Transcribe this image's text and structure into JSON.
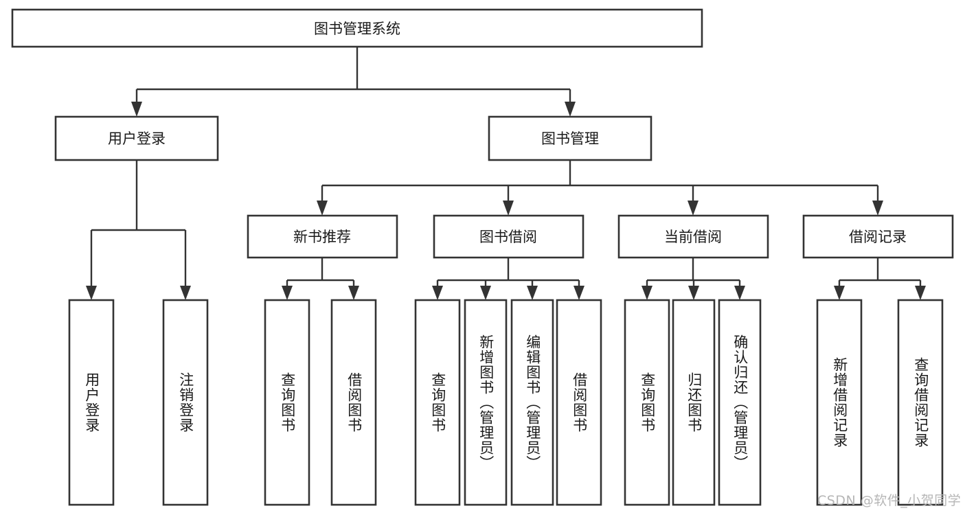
{
  "diagram": {
    "type": "tree",
    "title": "图书管理系统",
    "orientation": "top-down",
    "style": {
      "box_fill": "#ffffff",
      "box_stroke": "#333333",
      "text_color": "#1a1a1a",
      "background": "#ffffff",
      "watermark_color": "#b6b6b6"
    },
    "root": {
      "label": "图书管理系统",
      "level": 1
    },
    "level2": [
      {
        "label": "用户登录"
      },
      {
        "label": "图书管理"
      }
    ],
    "level3": [
      {
        "label": "新书推荐"
      },
      {
        "label": "图书借阅"
      },
      {
        "label": "当前借阅"
      },
      {
        "label": "借阅记录"
      }
    ],
    "leaves": {
      "user_login": [
        {
          "label": "用户登录"
        },
        {
          "label": "注销登录"
        }
      ],
      "new_book": [
        {
          "label": "查询图书"
        },
        {
          "label": "借阅图书"
        }
      ],
      "book_borrow": [
        {
          "label": "查询图书"
        },
        {
          "label": "新增图书（管理员）"
        },
        {
          "label": "编辑图书（管理员）"
        },
        {
          "label": "借阅图书"
        }
      ],
      "current_borrow": [
        {
          "label": "查询图书"
        },
        {
          "label": "归还图书"
        },
        {
          "label": "确认归还（管理员）"
        }
      ],
      "borrow_record": [
        {
          "label": "新增借阅记录"
        },
        {
          "label": "查询借阅记录"
        }
      ]
    },
    "edges": [
      {
        "from": "图书管理系统",
        "to": "用户登录"
      },
      {
        "from": "图书管理系统",
        "to": "图书管理"
      },
      {
        "from": "用户登录",
        "to": "用户登录"
      },
      {
        "from": "用户登录",
        "to": "注销登录"
      },
      {
        "from": "图书管理",
        "to": "新书推荐"
      },
      {
        "from": "图书管理",
        "to": "图书借阅"
      },
      {
        "from": "图书管理",
        "to": "当前借阅"
      },
      {
        "from": "图书管理",
        "to": "借阅记录"
      },
      {
        "from": "新书推荐",
        "to": "查询图书"
      },
      {
        "from": "新书推荐",
        "to": "借阅图书"
      },
      {
        "from": "图书借阅",
        "to": "查询图书"
      },
      {
        "from": "图书借阅",
        "to": "新增图书（管理员）"
      },
      {
        "from": "图书借阅",
        "to": "编辑图书（管理员）"
      },
      {
        "from": "图书借阅",
        "to": "借阅图书"
      },
      {
        "from": "当前借阅",
        "to": "查询图书"
      },
      {
        "from": "当前借阅",
        "to": "归还图书"
      },
      {
        "from": "当前借阅",
        "to": "确认归还（管理员）"
      },
      {
        "from": "借阅记录",
        "to": "新增借阅记录"
      },
      {
        "from": "借阅记录",
        "to": "查询借阅记录"
      }
    ]
  },
  "watermark": {
    "text": "CSDN @软件_小贺同学"
  }
}
